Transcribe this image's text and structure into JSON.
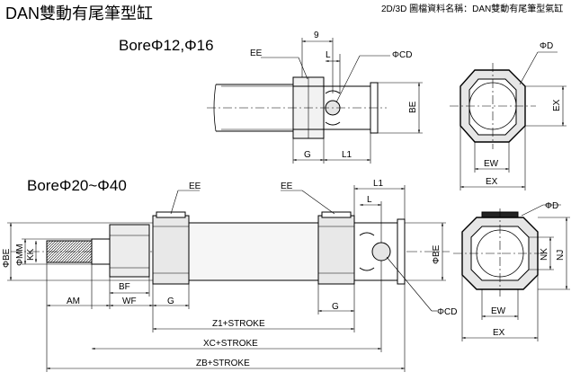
{
  "header": {
    "title": "DAN雙動有尾筆型缸",
    "note": "2D/3D 圖檔資料名稱：DAN雙動有尾筆型氣缸"
  },
  "small_bore": {
    "heading": "BoreΦ12,Φ16",
    "labels": {
      "ee": "EE",
      "nine": "9",
      "l": "L",
      "cd": "ΦCD",
      "be": "BE",
      "g": "G",
      "l1": "L1"
    }
  },
  "large_bore": {
    "heading": "BoreΦ20~Φ40",
    "labels": {
      "ee_left": "EE",
      "ee_right": "EE",
      "l1": "L1",
      "l": "L",
      "be_right": "ΦBE",
      "be_left": "ΦBE",
      "mm": "ΦMM",
      "kk": "KK",
      "am": "AM",
      "bf": "BF",
      "wf": "WF",
      "g_left": "G",
      "g_right": "G",
      "cd": "ΦCD",
      "z1": "Z1+STROKE",
      "xc": "XC+STROKE",
      "zb": "ZB+STROKE"
    }
  },
  "end_view_top": {
    "labels": {
      "d": "ΦD",
      "ex_side": "EX",
      "ew": "EW",
      "ex": "EX"
    }
  },
  "end_view_bottom": {
    "labels": {
      "d": "ΦD",
      "nj": "NJ",
      "nk": "NK",
      "ew": "EW",
      "ex": "EX"
    }
  }
}
